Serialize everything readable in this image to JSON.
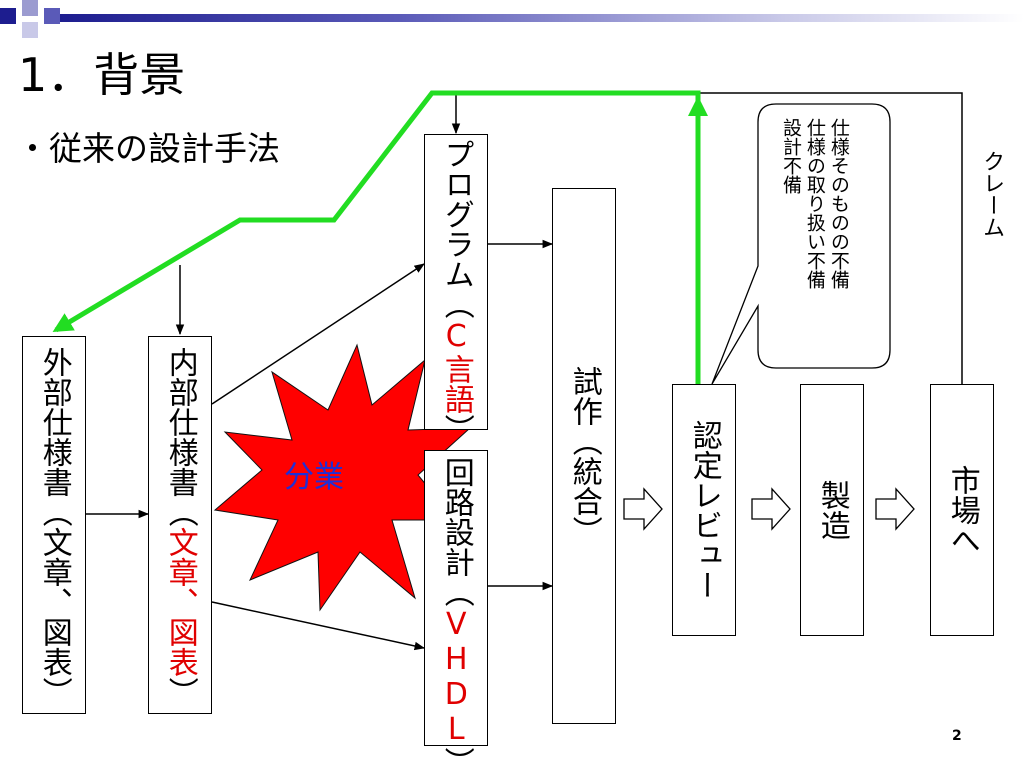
{
  "slide": {
    "title": "1．背景",
    "subtitle": "・従来の設計手法",
    "page_number": "2"
  },
  "boxes": {
    "external_spec": {
      "main": "外部仕様書（文章、図表）"
    },
    "internal_spec": {
      "main": "内部仕様書（",
      "red": "文章、図表",
      "end": "）"
    },
    "program": {
      "main": "プログラム（",
      "red": "C言語",
      "end": "）"
    },
    "circuit": {
      "main": "回路設計（",
      "red": "VHDL",
      "end": "）"
    },
    "prototype": {
      "main": "試作（統合）"
    },
    "review": {
      "main": "認定レビュー"
    },
    "manufacture": {
      "main": "製造"
    },
    "market": {
      "main": "市場へ"
    }
  },
  "burst": {
    "label": "分業"
  },
  "callout": {
    "lines": [
      "仕様そのものの不備",
      "仕様の取り扱い不備",
      "設計不備"
    ]
  },
  "claim": {
    "label": "クレーム"
  },
  "colors": {
    "feedback_line": "#22dd22",
    "burst": "#ff0000",
    "burst_label": "#1f2fd6",
    "red_text": "#e00000"
  }
}
